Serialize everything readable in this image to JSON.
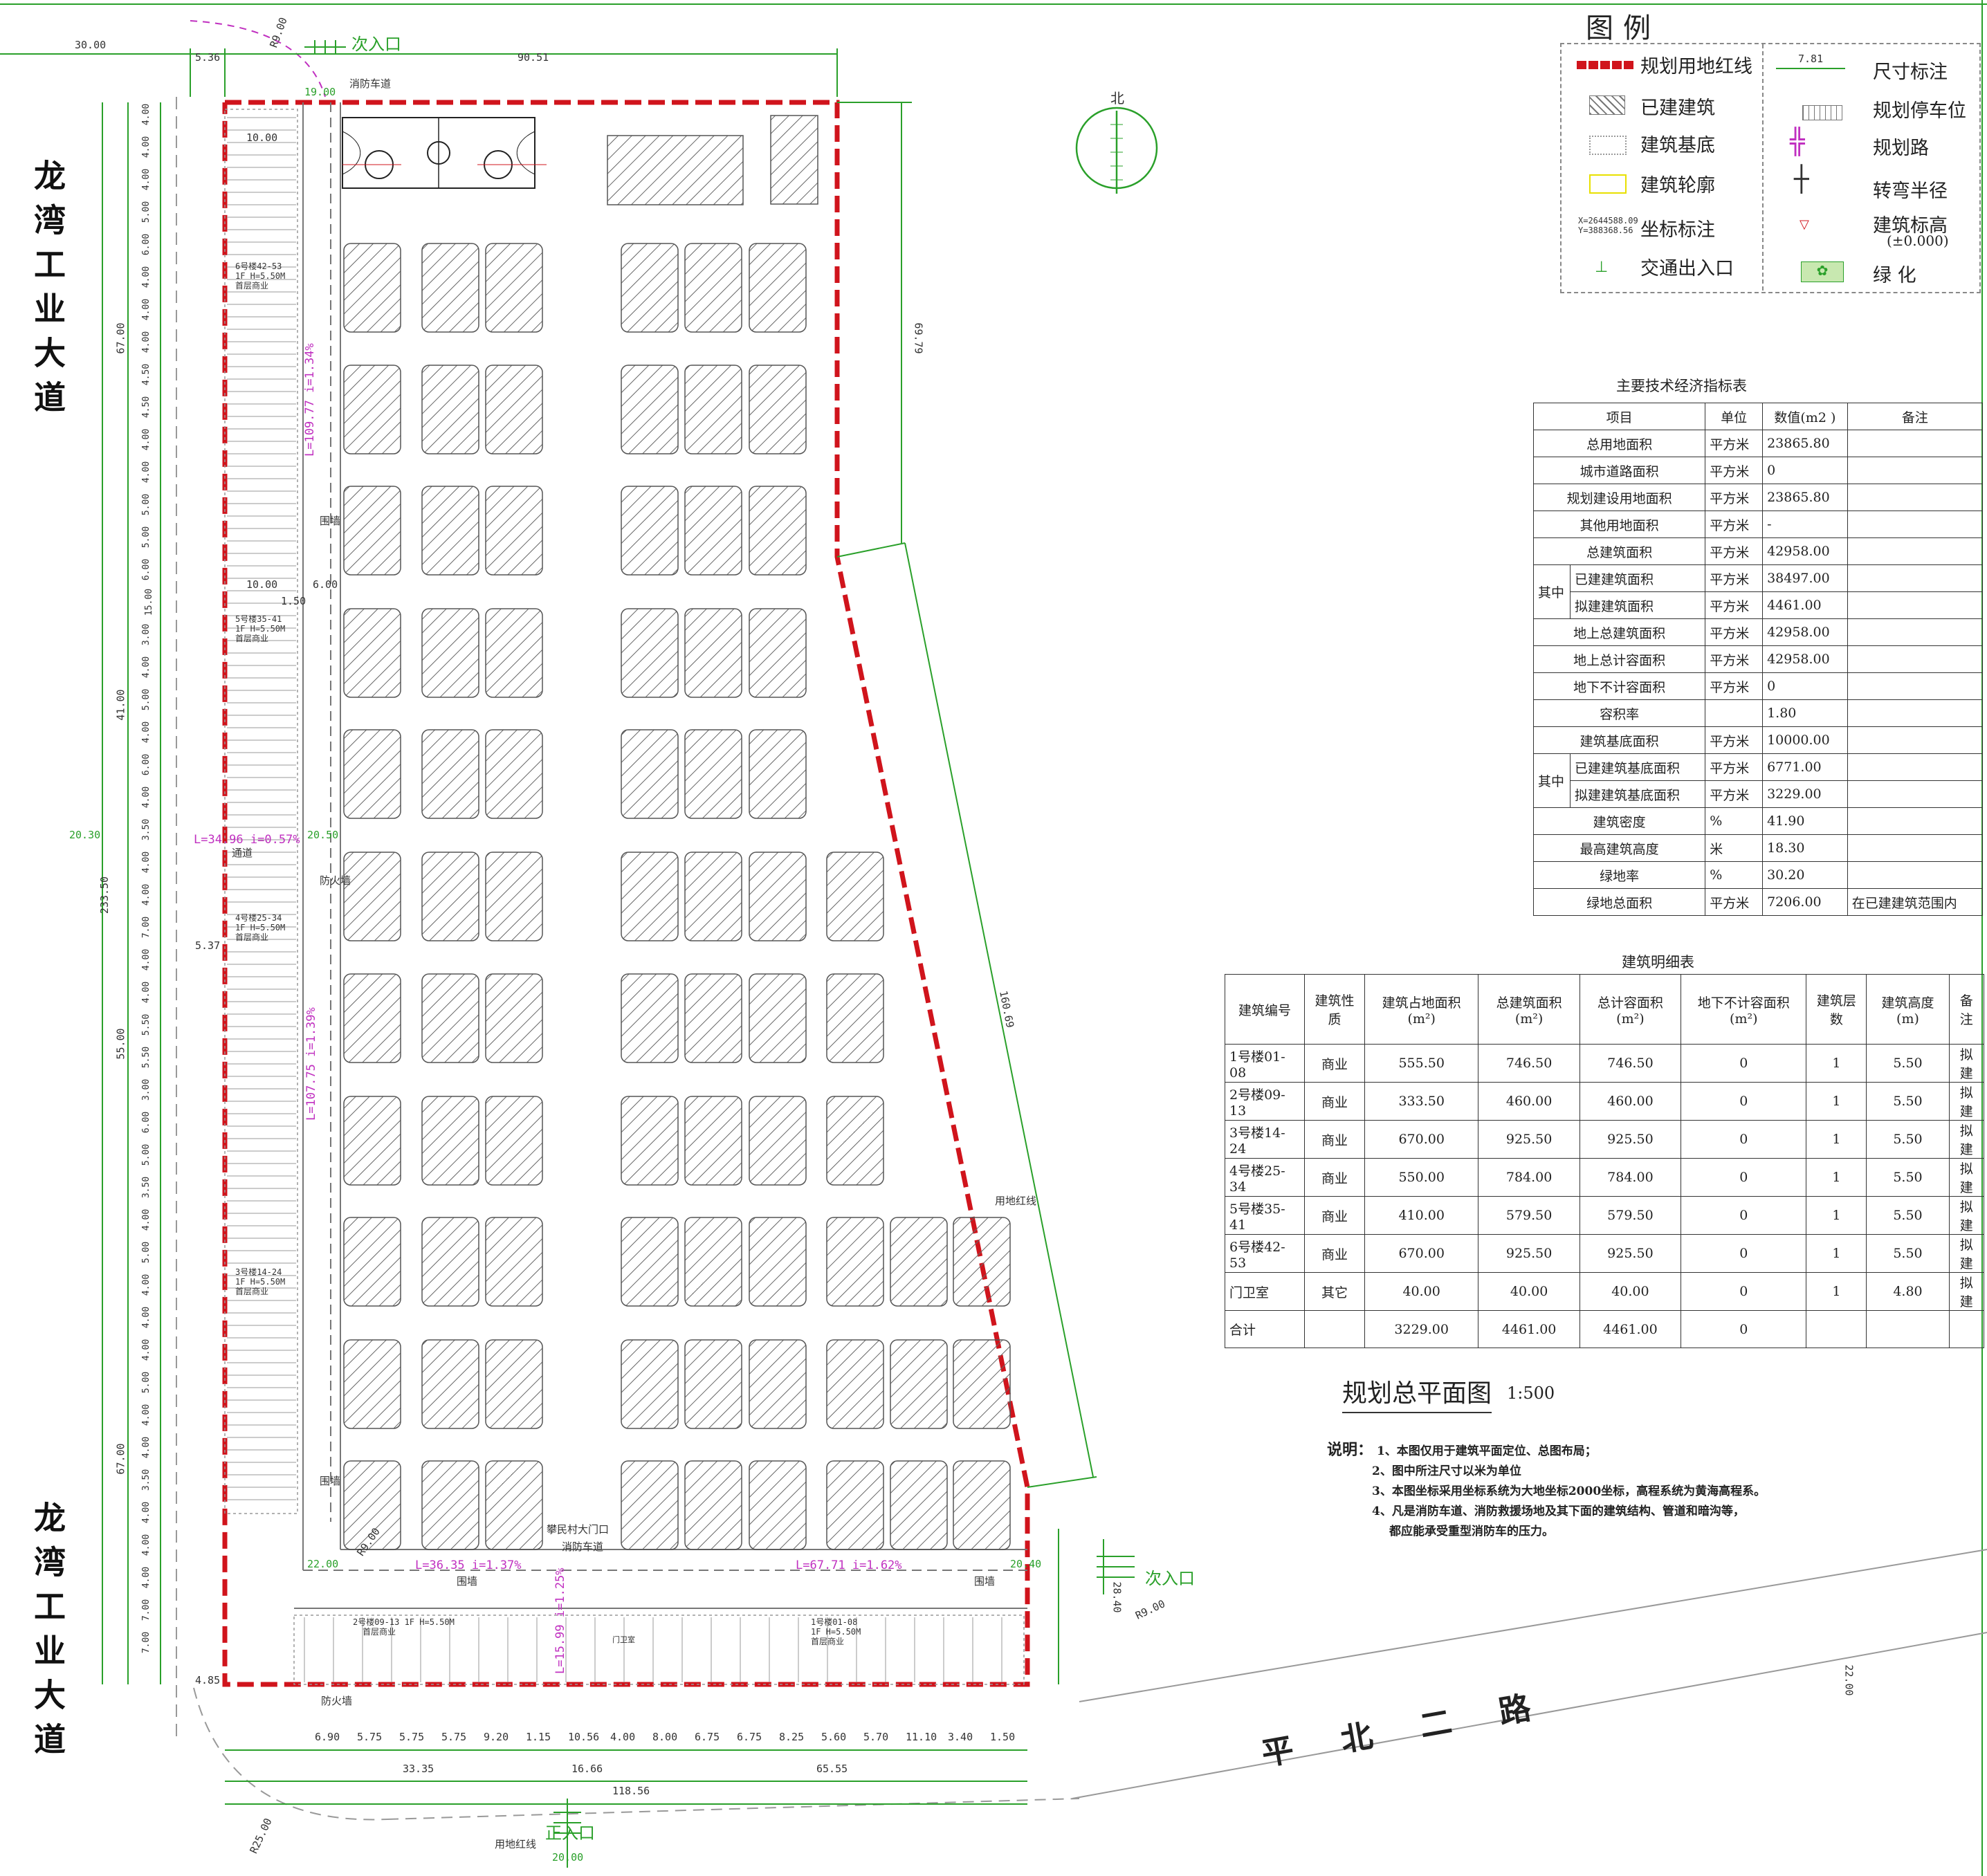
{
  "roads": {
    "west_top": "龙湾工业大道",
    "west_bottom": "龙湾工业大道",
    "south": "平北二路"
  },
  "entrances": {
    "north": "次入口",
    "east": "次入口",
    "south": "正入口",
    "gate_label": "攀民村大门口"
  },
  "compass": {
    "label": "北"
  },
  "labels": {
    "fire_lane": "消防车道",
    "fire_lane2": "消防车道",
    "walkway": "通道",
    "firewall": "防火墙",
    "firewall2": "防火墙",
    "wall1": "围墙",
    "wall2": "围墙",
    "wall3": "围墙",
    "wall4": "围墙",
    "redline_e": "用地红线",
    "redline_s": "用地红线",
    "slope1": "L=109.77  i=1.34%",
    "slope2": "L=107.75  i=1.39%",
    "slope3": "L=34.96  i=0.57%",
    "slope4": "L=36.35  i=1.37%",
    "slope5": "L=67.71  i=1.62%",
    "slope6": "L=15.99  i=1.25%",
    "bld6": "6号楼42-53",
    "bld6b": "1F H=5.50M",
    "bld6c": "首层商业",
    "bld5": "5号楼35-41",
    "bld5b": "1F H=5.50M",
    "bld5c": "首层商业",
    "bld4": "4号楼25-34",
    "bld4b": "1F H=5.50M",
    "bld4c": "首层商业",
    "bld3": "3号楼14-24",
    "bld3b": "1F H=5.50M",
    "bld3c": "首层商业",
    "bld2": "2号楼09-13  1F H=5.50M",
    "bld2c": "首层商业",
    "bld1": "1号楼01-08",
    "bld1b": "1F H=5.50M",
    "bld1c": "首层商业",
    "gate": "门卫室"
  },
  "dims": {
    "d_30": "30.00",
    "d_536": "5.36",
    "d_9051": "90.51",
    "d_1900": "19.00",
    "d_r9a": "R9.00",
    "d_r9b": "R9.00",
    "d_r9c": "R9.00",
    "d_r25": "R25.00",
    "d_6979": "69.79",
    "d_16069": "160.69",
    "d_6700a": "67.00",
    "d_4100": "41.00",
    "d_23350": "233.50",
    "d_5500": "55.00",
    "d_6700b": "67.00",
    "d_2030": "20.30",
    "d_2050": "20.50",
    "d_350": "3.50",
    "d_537": "5.37",
    "d_1000a": "10.00",
    "d_1000b": "10.00",
    "d_150": "1.50",
    "d_600": "6.00",
    "d_2200": "22.00",
    "d_2040": "20.40",
    "d_2840": "28.40",
    "d_2200b": "22.00",
    "d_485": "4.85",
    "d_11856": "118.56",
    "d_3335": "33.35",
    "d_6555": "65.55",
    "d_1666": "16.66",
    "d_2000": "20.00",
    "bottom_row": [
      "6.90",
      "5.75",
      "5.75",
      "5.75",
      "9.20",
      "1.15",
      "10.56",
      "4.00",
      "8.00",
      "6.75",
      "6.75",
      "8.25",
      "5.60",
      "5.70",
      "11.10",
      "3.40",
      "1.50"
    ],
    "left_row": [
      "4.00",
      "4.00",
      "4.00",
      "5.00",
      "6.00",
      "4.00",
      "4.00",
      "4.00",
      "4.50",
      "4.50",
      "4.00",
      "4.00",
      "5.00",
      "5.00",
      "6.00",
      "15.00",
      "3.00",
      "4.00",
      "5.00",
      "4.00",
      "6.00",
      "4.00",
      "3.50",
      "4.00",
      "4.00",
      "7.00",
      "4.00",
      "4.00",
      "5.50",
      "5.50",
      "3.00",
      "6.00",
      "5.00",
      "3.50",
      "4.00",
      "5.00",
      "4.00",
      "4.00",
      "4.00",
      "5.00",
      "4.00",
      "4.00",
      "3.50",
      "4.00",
      "4.00",
      "4.00",
      "7.00",
      "7.00"
    ]
  },
  "legend": {
    "title": "图例",
    "items": [
      {
        "label": "规划用地红线",
        "icon": "red-dashed-line"
      },
      {
        "label": "已建建筑",
        "icon": "hatched-rect"
      },
      {
        "label": "建筑基底",
        "icon": "dotted-rect"
      },
      {
        "label": "建筑轮廓",
        "icon": "yellow-rect"
      },
      {
        "label": "坐标标注",
        "icon": "coordinate-mark"
      },
      {
        "label": "交通出入口",
        "icon": "entrance-mark"
      },
      {
        "label": "尺寸标注",
        "icon": "dimension-line"
      },
      {
        "label": "规划停车位",
        "icon": "parking-stalls"
      },
      {
        "label": "规划路",
        "icon": "planned-road"
      },
      {
        "label": "转弯半径",
        "icon": "turn-radius"
      },
      {
        "label": "建筑标高",
        "icon": "elevation-mark"
      },
      {
        "label": "(±0.000)",
        "icon": ""
      },
      {
        "label": "绿    化",
        "icon": "greening"
      }
    ],
    "dim_sample": "7.81",
    "coord_x": "X=2644588.09",
    "coord_y": "Y=388368.56"
  },
  "tech_table": {
    "title": "主要技术经济指标表",
    "headers": [
      "项目",
      "单位",
      "数值(m2 )",
      "备注"
    ],
    "rows": [
      [
        "总用地面积",
        "平方米",
        "23865.80",
        ""
      ],
      [
        "城市道路面积",
        "平方米",
        "0",
        ""
      ],
      [
        "规划建设用地面积",
        "平方米",
        "23865.80",
        ""
      ],
      [
        "其他用地面积",
        "平方米",
        "-",
        ""
      ],
      [
        "总建筑面积",
        "平方米",
        "42958.00",
        ""
      ],
      [
        "已建建筑面积",
        "平方米",
        "38497.00",
        ""
      ],
      [
        "拟建建筑面积",
        "平方米",
        "4461.00",
        ""
      ],
      [
        "地上总建筑面积",
        "平方米",
        "42958.00",
        ""
      ],
      [
        "地上总计容面积",
        "平方米",
        "42958.00",
        ""
      ],
      [
        "地下不计容面积",
        "平方米",
        "0",
        ""
      ],
      [
        "容积率",
        "",
        "1.80",
        ""
      ],
      [
        "建筑基底面积",
        "平方米",
        "10000.00",
        ""
      ],
      [
        "已建建筑基底面积",
        "平方米",
        "6771.00",
        ""
      ],
      [
        "拟建建筑基底面积",
        "平方米",
        "3229.00",
        ""
      ],
      [
        "建筑密度",
        "%",
        "41.90",
        ""
      ],
      [
        "最高建筑高度",
        "米",
        "18.30",
        ""
      ],
      [
        "绿地率",
        "%",
        "30.20",
        ""
      ],
      [
        "绿地总面积",
        "平方米",
        "7206.00",
        "在已建建筑范围内"
      ]
    ],
    "group_label": "其中"
  },
  "bld_table": {
    "title": "建筑明细表",
    "headers": [
      "建筑编号",
      "建筑性质",
      "建筑占地面积(m²)",
      "总建筑面积(m²)",
      "总计容面积(m²)",
      "地下不计容面积(m²)",
      "建筑层数",
      "建筑高度(m)",
      "备注"
    ],
    "rows": [
      [
        "1号楼01-08",
        "商业",
        "555.50",
        "746.50",
        "746.50",
        "0",
        "1",
        "5.50",
        "拟建"
      ],
      [
        "2号楼09-13",
        "商业",
        "333.50",
        "460.00",
        "460.00",
        "0",
        "1",
        "5.50",
        "拟建"
      ],
      [
        "3号楼14-24",
        "商业",
        "670.00",
        "925.50",
        "925.50",
        "0",
        "1",
        "5.50",
        "拟建"
      ],
      [
        "4号楼25-34",
        "商业",
        "550.00",
        "784.00",
        "784.00",
        "0",
        "1",
        "5.50",
        "拟建"
      ],
      [
        "5号楼35-41",
        "商业",
        "410.00",
        "579.50",
        "579.50",
        "0",
        "1",
        "5.50",
        "拟建"
      ],
      [
        "6号楼42-53",
        "商业",
        "670.00",
        "925.50",
        "925.50",
        "0",
        "1",
        "5.50",
        "拟建"
      ],
      [
        "门卫室",
        "其它",
        "40.00",
        "40.00",
        "40.00",
        "0",
        "1",
        "4.80",
        "拟建"
      ],
      [
        "合计",
        "",
        "3229.00",
        "4461.00",
        "4461.00",
        "0",
        "",
        "",
        ""
      ]
    ]
  },
  "plan_title": "规划总平面图",
  "plan_scale": "1:500",
  "notes": {
    "head": "说明：",
    "items": [
      "1、本图仅用于建筑平面定位、总图布局；",
      "2、图中所注尺寸以米为单位",
      "3、本图坐标采用坐标系统为大地坐标2000坐标，高程系统为黄海高程系。",
      "4、凡是消防车道、消防救援场地及其下面的建筑结构、管道和暗沟等，",
      "都应能承受重型消防车的压力。"
    ]
  },
  "colors": {
    "redline": "#d0141c",
    "green": "#2aa02a",
    "magenta": "#c030c0",
    "hatch": "#555555"
  }
}
